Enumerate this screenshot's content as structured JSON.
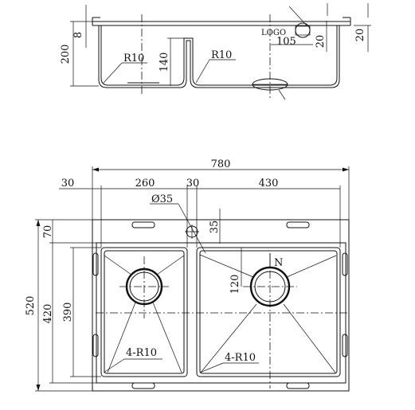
{
  "side_view": {
    "dim_total_height": "200",
    "dim_rim": "8",
    "dim_bowl_depth": "140",
    "radius_left": "R10",
    "radius_right": "R10",
    "logo_text": "LOGO",
    "dim_logo_offset": "105",
    "dim_tap_20a": "20",
    "dim_tap_20b": "20"
  },
  "top_view": {
    "dim_overall_width": "780",
    "dim_left_margin": "30",
    "dim_left_bowl": "260",
    "dim_divider": "30",
    "dim_right_bowl": "430",
    "dim_tap_hole": "Ø35",
    "dim_tap_offset": "35",
    "dim_top_margin": "70",
    "dim_overall_depth": "520",
    "dim_inner_depth": "420",
    "dim_bowl_length": "390",
    "dim_drain_offset": "120",
    "north_label": "N",
    "corner_radius_left": "4-R10",
    "corner_radius_right": "4-R10"
  }
}
